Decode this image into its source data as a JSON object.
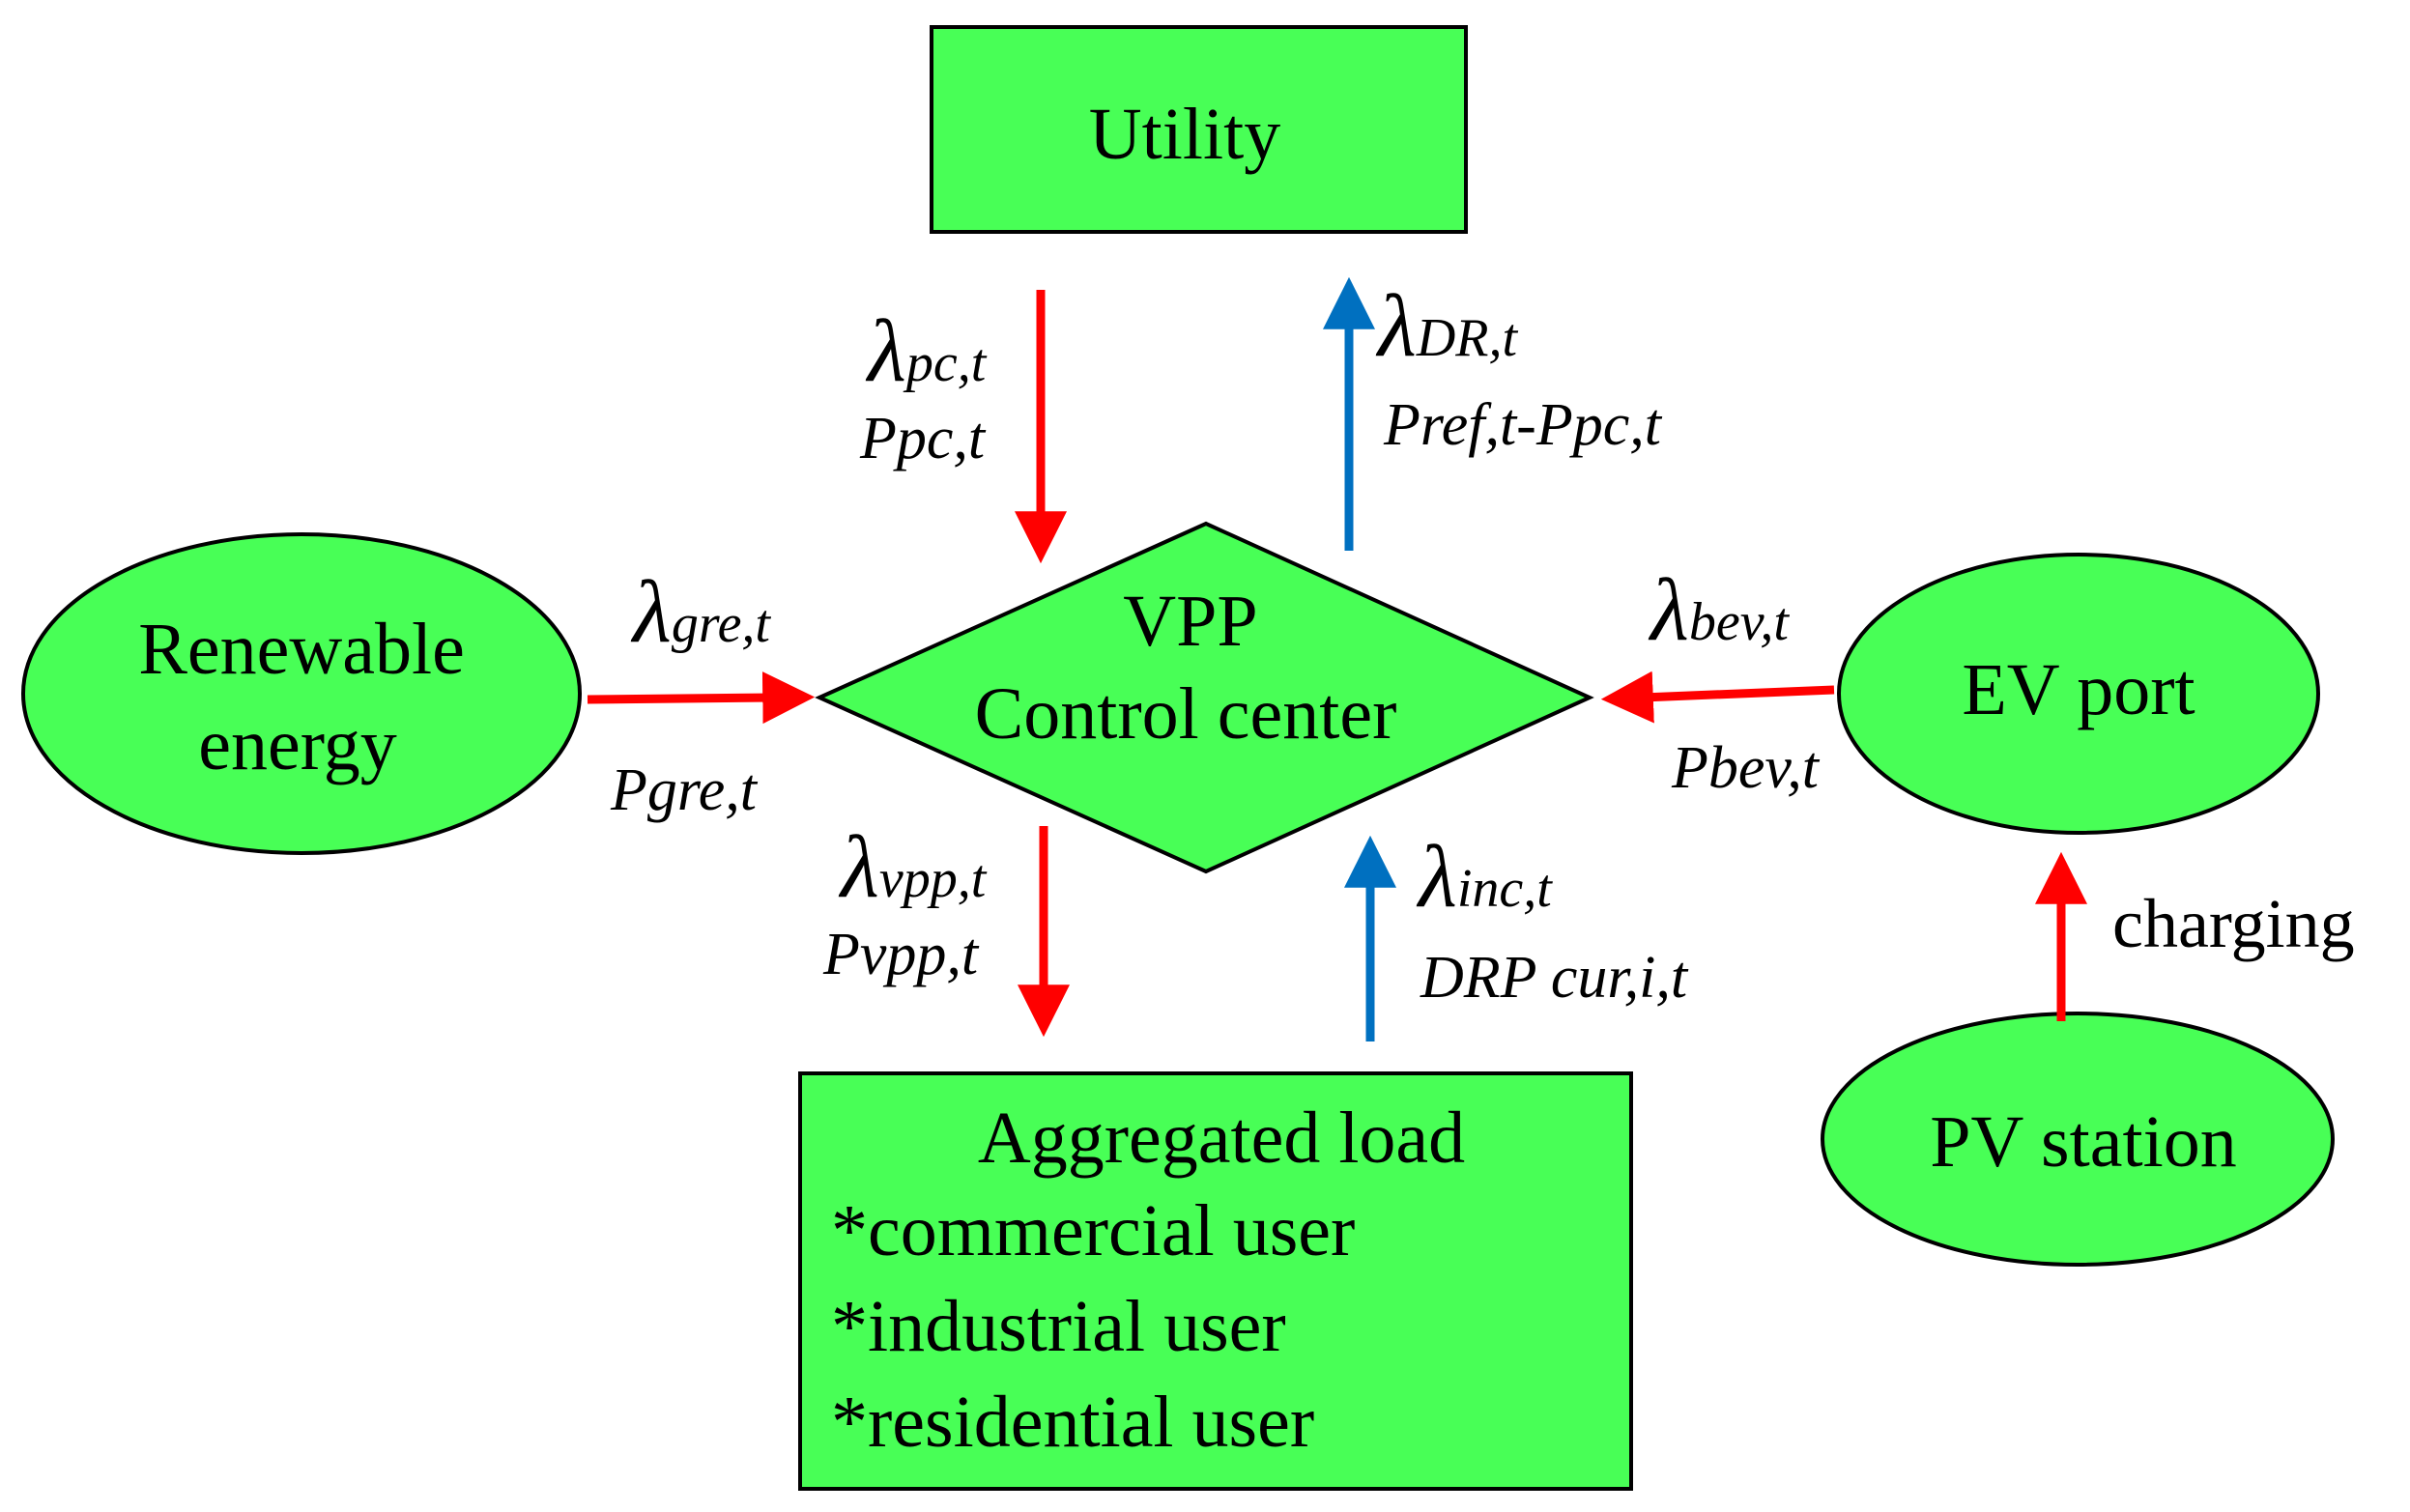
{
  "nodes": {
    "utility": "Utility",
    "vpp_line1": "VPP",
    "vpp_line2": "Control center",
    "renewable_line1": "Renewable",
    "renewable_line2": "energy",
    "ev_port": "EV port",
    "pv_station": "PV station",
    "aggregated_title": "Aggregated load",
    "aggregated_items": [
      "*commercial user",
      "*industrial user",
      "*residential user"
    ]
  },
  "labels": {
    "utility_to_vpp": {
      "sym": "λ",
      "sub": "pc,t",
      "power": "Ppc,t"
    },
    "vpp_to_utility": {
      "sym": "λ",
      "sub": "DR,t",
      "power": "Pref,t-Ppc,t"
    },
    "renewable_to_vpp": {
      "sym": "λ",
      "sub": "gre,t",
      "power": "Pgre,t"
    },
    "ev_to_vpp": {
      "sym": "λ",
      "sub": "bev,t",
      "power": "Pbev,t"
    },
    "vpp_to_load": {
      "sym": "λ",
      "sub": "vpp,t",
      "power": "Pvpp,t"
    },
    "load_to_vpp": {
      "sym": "λ",
      "sub": "inc,t",
      "power": "DRP cur,i,t"
    },
    "pv_to_ev": "charging"
  },
  "colors": {
    "node_fill": "#48ff56",
    "arrow_red": "#ff0000",
    "arrow_blue": "#0070c0"
  }
}
